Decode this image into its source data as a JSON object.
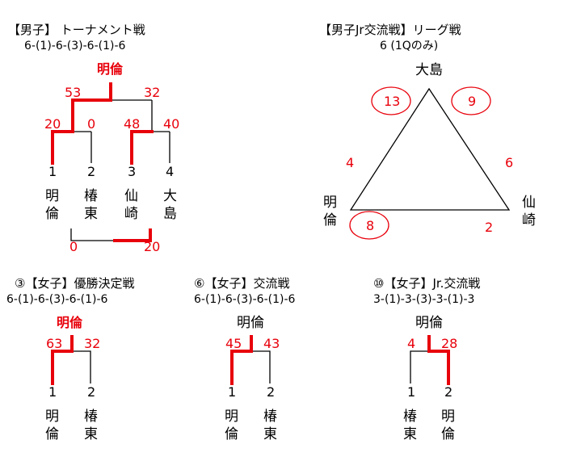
{
  "boys_tournament": {
    "title": "【男子】 トーナメント戦",
    "score_line": "6-(1)-6-(3)-6-(1)-6",
    "champion": "明倫",
    "semis": {
      "left_top": "53",
      "right_top": "32"
    },
    "firsts": {
      "a": "20",
      "b": "0",
      "c": "48",
      "d": "40"
    },
    "seeds": [
      "1",
      "2",
      "3",
      "4"
    ],
    "teams": [
      [
        "明",
        "倫"
      ],
      [
        "椿",
        "東"
      ],
      [
        "仙",
        "崎"
      ],
      [
        "大",
        "島"
      ]
    ],
    "third_place": {
      "left": "0",
      "right": "20"
    }
  },
  "boys_jr_league": {
    "title": "【男子Jr交流戦】リーグ戦",
    "sub": "6 (1Qのみ)",
    "top_team": "大島",
    "left_team": [
      "明",
      "倫"
    ],
    "right_team": [
      "仙",
      "崎"
    ],
    "circle_scores": {
      "top_left": "13",
      "top_right": "9",
      "bottom_left": "8"
    },
    "side_scores": {
      "left": "4",
      "right": "6",
      "bottom": "2"
    }
  },
  "girls_final": {
    "title": "③【女子】優勝決定戦",
    "score_line": "6-(1)-6-(3)-6-(1)-6",
    "champion": "明倫",
    "scores": {
      "left": "63",
      "right": "32"
    },
    "seeds": [
      "1",
      "2"
    ],
    "teams": [
      [
        "明",
        "倫"
      ],
      [
        "椿",
        "東"
      ]
    ]
  },
  "girls_exchange": {
    "title": "⑥【女子】交流戦",
    "score_line": "6-(1)-6-(3)-6-(1)-6",
    "champion": "明倫",
    "scores": {
      "left": "45",
      "right": "43"
    },
    "seeds": [
      "1",
      "2"
    ],
    "teams": [
      [
        "明",
        "倫"
      ],
      [
        "椿",
        "東"
      ]
    ]
  },
  "girls_jr_exchange": {
    "title": "⑩【女子】Jr.交流戦",
    "score_line": "3-(1)-3-(3)-3-(1)-3",
    "champion": "明倫",
    "scores": {
      "left": "4",
      "right": "28"
    },
    "seeds": [
      "1",
      "2"
    ],
    "teams": [
      [
        "椿",
        "東"
      ],
      [
        "明",
        "倫"
      ]
    ]
  },
  "colors": {
    "winner_line": "#e8000b",
    "line": "#000000"
  }
}
